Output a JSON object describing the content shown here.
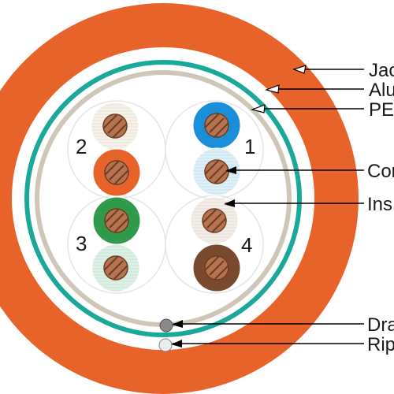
{
  "colors": {
    "jacket": "#e8632a",
    "jacket_inner": "#ffffff",
    "aluminum": "#1aa89a",
    "pe": "#cfc6b8",
    "copper": "#b5734f",
    "copper_stroke": "#6e3c23",
    "pair_outline": "#e6e6e6",
    "drain": "#8a8a8a",
    "rip": "#ededed"
  },
  "pairs": [
    {
      "number": "2",
      "wire_a": "#f1e7d6",
      "wire_b": "#e8632a",
      "a_striped": true,
      "b_striped": false
    },
    {
      "number": "1",
      "wire_a": "#1a8ed8",
      "wire_b": "#bde3f4",
      "a_striped": false,
      "b_striped": true
    },
    {
      "number": "3",
      "wire_a": "#2f9a4a",
      "wire_b": "#bfe5d2",
      "a_striped": false,
      "b_striped": true
    },
    {
      "number": "4",
      "wire_a": "#e9ded3",
      "wire_b": "#7a4a2e",
      "a_striped": true,
      "b_striped": false
    }
  ],
  "callouts": [
    {
      "id": "jacket",
      "text": "Jac"
    },
    {
      "id": "aluminum",
      "text": "Alu"
    },
    {
      "id": "pe",
      "text": "PE"
    },
    {
      "id": "conductor",
      "text": "Con"
    },
    {
      "id": "insulation",
      "text": "Ins"
    },
    {
      "id": "drain",
      "text": "Dra"
    },
    {
      "id": "rip",
      "text": "Rip"
    }
  ]
}
